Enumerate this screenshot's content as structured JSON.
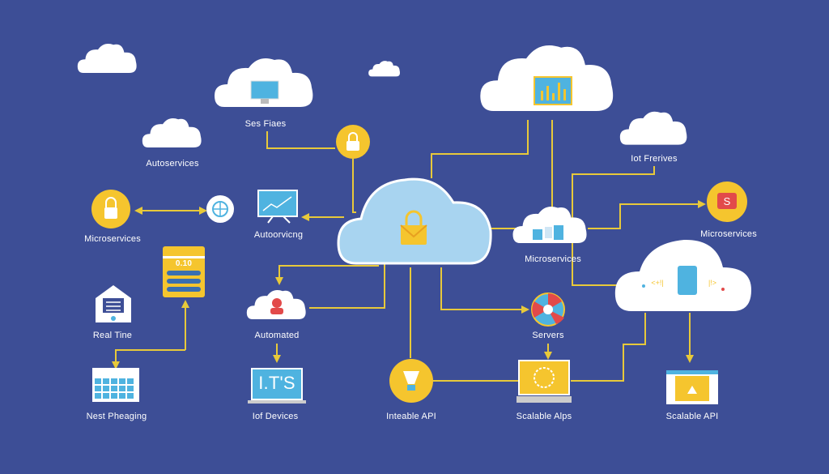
{
  "colors": {
    "background": "#3d4e96",
    "connector": "#e8c93a",
    "cloud": "#ffffff",
    "central_cloud": "#a8d4f0",
    "accent_yellow": "#f5c52e",
    "accent_blue": "#4fb3e0",
    "accent_red": "#e24a4a"
  },
  "nodes": {
    "ses_files": {
      "label": "Ses Fiaes",
      "icon": "monitor-chart-icon"
    },
    "autoservices": {
      "label": "Autoservices",
      "icon": "cloud-icon"
    },
    "iot_frerives": {
      "label": "Iot Frerives",
      "icon": "cloud-icon"
    },
    "microservices_lock": {
      "label": "Microservices",
      "icon": "lock-icon"
    },
    "autoorvicng": {
      "label": "Autoorvicng",
      "icon": "presentation-chart-icon"
    },
    "microservices_cloud": {
      "label": "Microservices",
      "icon": "cloud-devices-icon"
    },
    "microservices_s": {
      "label": "Microservices",
      "icon": "s-badge-icon"
    },
    "real_time": {
      "label": "Real Tine",
      "icon": "house-document-icon"
    },
    "automated": {
      "label": "Automated",
      "icon": "cloud-user-icon"
    },
    "servers": {
      "label": "Servers",
      "icon": "wheel-icon"
    },
    "nest_pheaging": {
      "label": "Nest Pheaging",
      "icon": "calendar-icon"
    },
    "iot_devices": {
      "label": "Iof Devices",
      "icon": "laptop-icon",
      "screen_text": "I.T'S"
    },
    "inteable_api": {
      "label": "Inteable API",
      "icon": "lightbulb-icon"
    },
    "scalable_aips": {
      "label": "Scalable Alps",
      "icon": "laptop-clock-icon"
    },
    "scalable_api": {
      "label": "Scalable API",
      "icon": "browser-window-icon"
    },
    "phone_panel": {
      "value": "0.10",
      "icon": "mobile-panel-icon"
    }
  }
}
